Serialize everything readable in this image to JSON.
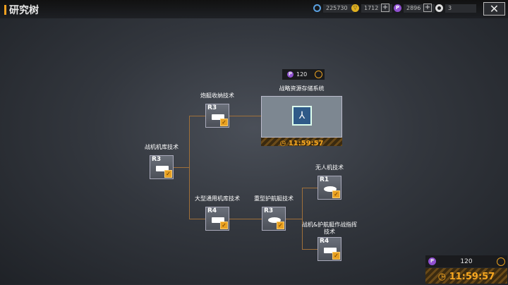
{
  "header": {
    "title": "研究树"
  },
  "resources": [
    {
      "icon": "gear-coin-icon",
      "value": "225730"
    },
    {
      "icon": "gold-coin-icon",
      "value": "1712"
    },
    {
      "icon": "purple-gem-icon",
      "value": "2896"
    },
    {
      "icon": "g-token-icon",
      "value": "3"
    }
  ],
  "buttons": {
    "plus": "+",
    "close": "✕"
  },
  "featured": {
    "name": "战略资源存储系统",
    "cost": "120",
    "timer": "11:59:57"
  },
  "nodes": [
    {
      "label": "战机机库技术",
      "rank": "R3"
    },
    {
      "label": "炮艇收纳技术",
      "rank": "R3"
    },
    {
      "label": "大型通用机库技术",
      "rank": "R4"
    },
    {
      "label": "重型护航艇技术",
      "rank": "R3"
    },
    {
      "label": "无人机技术",
      "rank": "R1"
    },
    {
      "label": "战机&护航艇作战指挥技术",
      "rank": "R4"
    }
  ],
  "queue": {
    "cost": "120",
    "timer": "11:59:57"
  },
  "colors": {
    "accent": "#f0a020",
    "line": "#a0703a"
  }
}
